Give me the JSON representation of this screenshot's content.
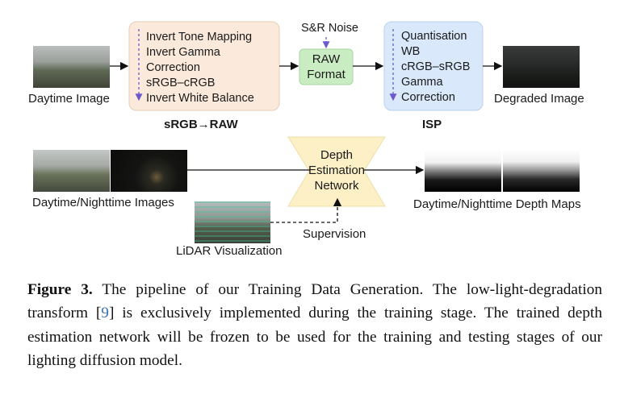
{
  "srgb_to_raw": {
    "steps": [
      "Invert Tone Mapping",
      "Invert Gamma",
      "Correction",
      "sRGB–cRGB",
      "Invert White Balance"
    ],
    "title": "sRGB→RAW"
  },
  "noise_label": "S&R Noise",
  "raw_format": [
    "RAW",
    "Format"
  ],
  "isp": {
    "steps": [
      "Quantisation",
      "WB",
      "cRGB–sRGB",
      "Gamma",
      "Correction"
    ],
    "title": "ISP"
  },
  "labels": {
    "daytime_image": "Daytime Image",
    "degraded_image": "Degraded Image",
    "day_night_images": "Daytime/Nighttime Images",
    "lidar": "LiDAR Visualization",
    "supervision": "Supervision",
    "depth_maps": "Daytime/Nighttime Depth Maps"
  },
  "network": [
    "Depth",
    "Estimation",
    "Network"
  ],
  "caption": {
    "fig": "Figure 3.",
    "text_before": "The pipeline of our Training Data Generation. The low-light-degradation transform [",
    "ref": "9",
    "text_after": "] is exclusively implemented during the training stage. The trained depth estimation network will be frozen to be used for the training and testing stages of our lighting diffusion model."
  },
  "colors": {
    "srgb_box": "#fbeadb",
    "raw_box": "#c9ecc2",
    "isp_box": "#d9e8fa",
    "network_shape": "#fdf0c6",
    "dashed_arrow": "#6a5acd"
  }
}
